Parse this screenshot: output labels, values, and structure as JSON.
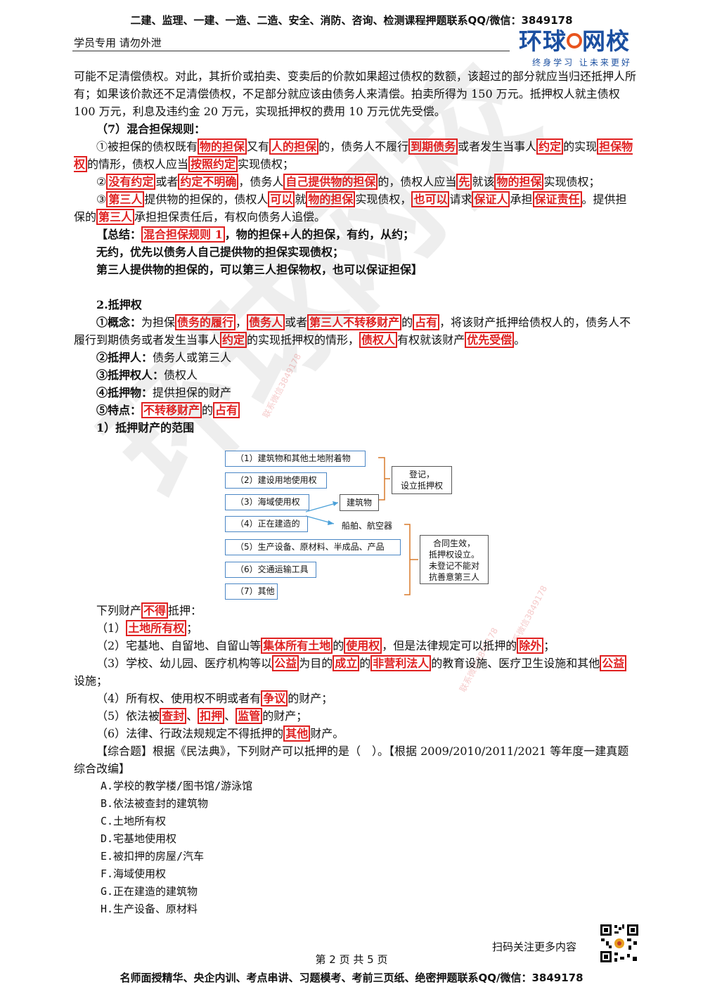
{
  "header": {
    "top_banner": "二建、监理、一建、一造、二造、安全、消防、咨询、检测课程押题联系QQ/微信：3849178",
    "left_note": "学员专用 请勿外泄",
    "logo_main_a": "环球",
    "logo_main_b": "网校",
    "logo_sub": "终身学习 让未来更好"
  },
  "watermark": {
    "big": "环球网校",
    "small_1": "联系微信3849178",
    "small_2": "联系微信3849178",
    "small_3": "联系微信3849178"
  },
  "para1": "可能不足清偿债权。对此，其折价或拍卖、变卖后的价款如果超过债权的数额，该超过的部分就应当归还抵押人所有；如果该价款还不足清偿债权，不足部分就应该由债务人来清偿。拍卖所得为 150 万元。抵押权人就主债权 100 万元，利息及违约金 20 万元，实现抵押权的费用 10 万元优先受偿。",
  "rule7": {
    "title": "（7）混合担保规则：",
    "r1": [
      "①被担保的债权既有",
      "物的担保",
      "又有",
      "人的担保",
      "的，债务人不履行",
      "到期债务",
      "或者发生当事人",
      "约定",
      "的实现",
      "担保物权",
      "的情形，债权人应当",
      "按照约定",
      "实现债权；"
    ],
    "r2": [
      "②",
      "没有约定",
      "或者",
      "约定不明确",
      "，债务人",
      "自己提供物的担保",
      "的，债权人应当",
      "先",
      "就该",
      "物的担保",
      "实现债权；"
    ],
    "r3": [
      "③",
      "第三人",
      "提供物的担保的，债权人",
      "可以",
      "就",
      "物的担保",
      "实现债权，",
      "也可以",
      "请求",
      "保证人",
      "承担",
      "保证责任",
      "。提供担保的",
      "第三人",
      "承担担保责任后，有权向债务人追偿。"
    ],
    "summary": [
      "【总结：",
      "混合担保规则 1",
      "，物的担保+人的担保，有约，从约；"
    ],
    "summary2": "无约，优先以债务人自己提供物的担保实现债权；",
    "summary3": "第三人提供物的担保的，可以第三人担保物权，也可以保证担保】"
  },
  "mortgage": {
    "title": "2.抵押权",
    "concept": [
      "①概念：",
      "为担保",
      "债务的履行",
      "，",
      "债务人",
      "或者",
      "第三人不转移财产",
      "的",
      "占有",
      "，将该财产抵押给债权人的，债务人不履行到期债务或者发生当事人",
      "约定",
      "的实现抵押权的情形，",
      "债权人",
      "有权就该财产",
      "优先受偿",
      "。"
    ],
    "mortgagor": [
      "②抵押人：",
      "债务人或第三人"
    ],
    "mortgagee": [
      "③抵押权人：",
      "债权人"
    ],
    "object": [
      "④抵押物：",
      "提供担保的财产"
    ],
    "feature": [
      "⑤特点：",
      "不转移财产",
      "的",
      "占有"
    ],
    "scope_title": "1）抵押财产的范围"
  },
  "diagram": {
    "items": [
      "（1）建筑物和其他土地附着物",
      "（2）建设用地使用权",
      "（3）海域使用权",
      "（4）正在建造的",
      "（5）生产设备、原材料、半成品、产品",
      "（6）交通运输工具",
      "（7）其他"
    ],
    "building": "建筑物",
    "ship": "船舶、航空器",
    "reg_a": "登记，",
    "reg_b": "设立抵押权",
    "eff_a": "合同生效，",
    "eff_b": "抵押权设立。",
    "eff_c": "未登记不能对",
    "eff_d": "抗善意第三人"
  },
  "prohibited": {
    "intro": [
      "下列财产",
      "不得",
      "抵押："
    ],
    "i1": [
      "（1）",
      "土地所有权",
      "；"
    ],
    "i2": [
      "（2）宅基地、自留地、自留山等",
      "集体所有土地",
      "的",
      "使用权",
      "，但是法律规定可以抵押的",
      "除外",
      "；"
    ],
    "i3": [
      "（3）学校、幼儿园、医疗机构等以",
      "公益",
      "为目的",
      "成立",
      "的",
      "非营利法人",
      "的教育设施、医疗卫生设施和其他",
      "公益",
      "设施；"
    ],
    "i4": [
      "（4）所有权、使用权不明或者有",
      "争议",
      "的财产；"
    ],
    "i5": [
      "（5）依法被",
      "查封",
      "、",
      "扣押",
      "、",
      "监管",
      "的财产；"
    ],
    "i6": [
      "（6）法律、行政法规规定不得抵押的",
      "其他",
      "财产。"
    ]
  },
  "question": {
    "stem": "【综合题】根据《民法典》，下列财产可以抵押的是（　）。【根据 2009/2010/2011/2021 等年度一建真题综合改编】",
    "options": [
      "A.学校的教学楼/图书馆/游泳馆",
      "B.依法被查封的建筑物",
      "C.土地所有权",
      "D.宅基地使用权",
      "E.被扣押的房屋/汽车",
      "F.海域使用权",
      "G.正在建造的建筑物",
      "H.生产设备、原材料"
    ]
  },
  "footer": {
    "scan": "扫码关注更多内容",
    "page": "第 2 页 共 5 页",
    "bottom": "名师面授精华、央企内训、考点串讲、习题模考、考前三页纸、绝密押题联系QQ/微信：3849178"
  }
}
